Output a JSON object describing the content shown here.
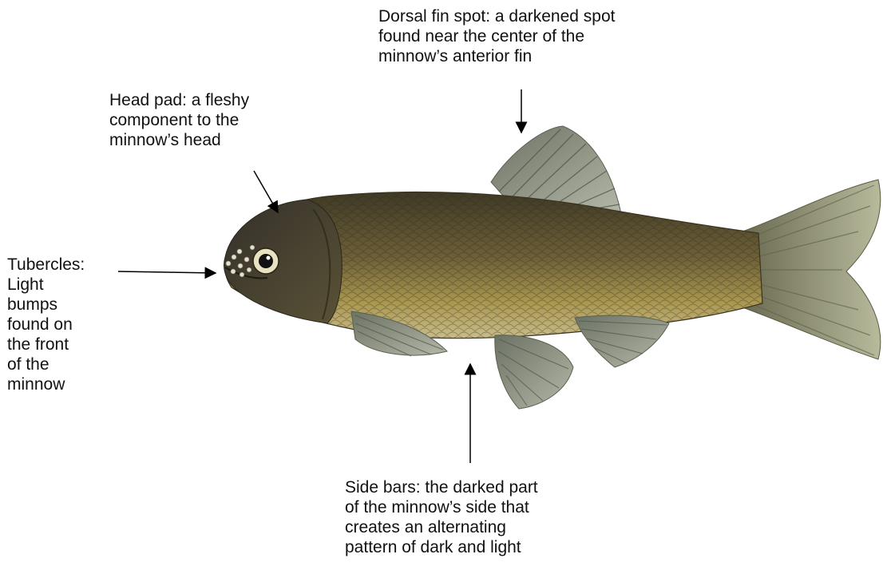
{
  "diagram": {
    "labels": {
      "dorsal_fin_spot": "Dorsal fin spot: a darkened spot\nfound near the center of the\nminnow’s anterior fin",
      "head_pad": "Head pad: a fleshy\ncomponent to the\nminnow’s head",
      "tubercles": "Tubercles:\nLight\nbumps\nfound on\nthe front\nof the\nminnow",
      "side_bars": "Side bars: the darked part\nof the minnow’s side that\ncreates an alternating\npattern of dark and light"
    },
    "colors": {
      "fish_body": "#6e6038",
      "fish_belly": "#b6a46a",
      "fin": "#9aa090",
      "fin_ray": "#5e6658",
      "arrow": "#000000",
      "eye_iris": "#e8e2c0"
    }
  }
}
